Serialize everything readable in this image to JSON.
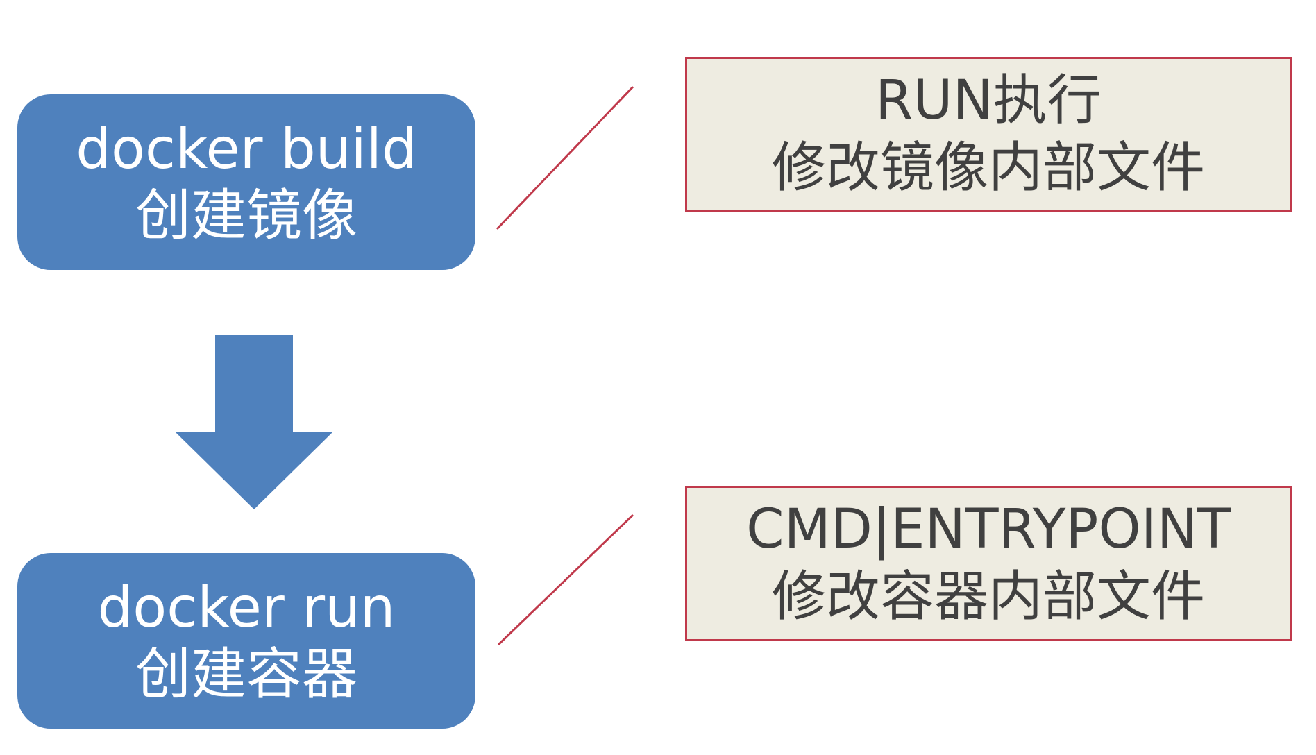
{
  "stages": {
    "build": {
      "line1": "docker build",
      "line2": "创建镜像"
    },
    "run": {
      "line1": "docker run",
      "line2": "创建容器"
    }
  },
  "notes": {
    "run_instruction": {
      "line1": "RUN执行",
      "line2": "修改镜像内部文件"
    },
    "cmd_instruction": {
      "line1": "CMD|ENTRYPOINT",
      "line2": "修改容器内部文件"
    }
  },
  "colors": {
    "stage_fill": "#4f81bd",
    "note_fill": "#eeece1",
    "note_border": "#c0394b",
    "connector": "#c0394b",
    "arrow": "#4f81bd"
  }
}
